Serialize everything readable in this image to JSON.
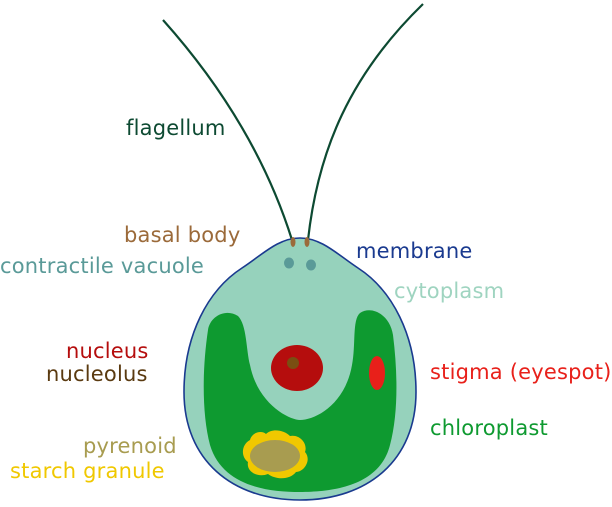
{
  "labels": {
    "flagellum": {
      "text": "flagellum",
      "color": "#0d4a32"
    },
    "basal_body": {
      "text": "basal body",
      "color": "#9b6a3a"
    },
    "contractile_vacuole": {
      "text": "contractile vacuole",
      "color": "#5a9a98"
    },
    "membrane": {
      "text": "membrane",
      "color": "#1a3a8f"
    },
    "cytoplasm": {
      "text": "cytoplasm",
      "color": "#9fd4c0"
    },
    "nucleus": {
      "text": "nucleus",
      "color": "#b50d0d"
    },
    "nucleolus": {
      "text": "nucleolus",
      "color": "#5a3a10"
    },
    "stigma": {
      "text": "stigma (eyespot)",
      "color": "#e8201a"
    },
    "chloroplast": {
      "text": "chloroplast",
      "color": "#0e9a30"
    },
    "pyrenoid": {
      "text": "pyrenoid",
      "color": "#a89c50"
    },
    "starch_granule": {
      "text": "starch granule",
      "color": "#f0c800"
    }
  },
  "colors": {
    "cell_fill": "#96d2bc",
    "cell_outline": "#1a3a8f",
    "chloroplast": "#0e9a30",
    "nucleus": "#b50d0d",
    "nucleolus": "#7a4e12",
    "stigma": "#e8201a",
    "pyrenoid": "#a89c50",
    "starch": "#f0c800",
    "vacuole": "#5a9a98",
    "basal_body": "#9b6a3a",
    "flagellum": "#0d4a32"
  }
}
